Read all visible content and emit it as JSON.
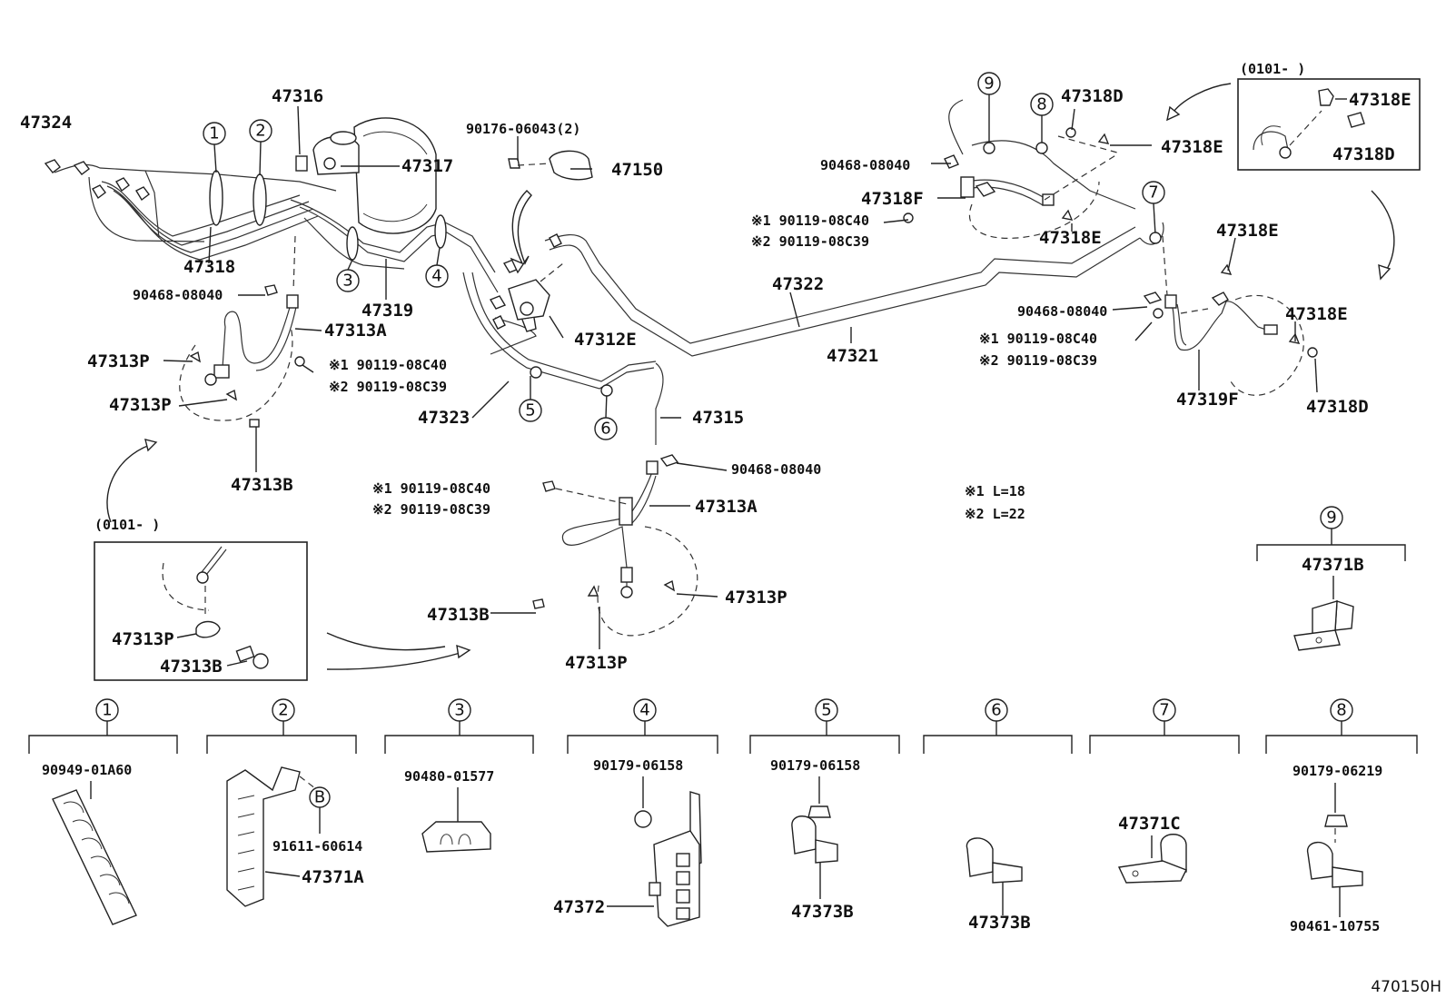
{
  "diagram_id": "470150H",
  "notes": {
    "n1": "※1  L=18",
    "n2": "※2  L=22"
  },
  "inset_date": "(0101-     )",
  "main_labels": {
    "p47324": "47324",
    "p47316": "47316",
    "p47317": "47317",
    "p47318": "47318",
    "p47319": "47319",
    "p90468_l": "90468-08040",
    "p47313A_l": "47313A",
    "p47313P_l1": "47313P",
    "p47313P_l2": "47313P",
    "p90119c40_l": "※1 90119-08C40",
    "p90119c39_l": "※2 90119-08C39",
    "p47313B_l": "47313B",
    "p90176": "90176-06043(2)",
    "p47150": "47150",
    "p47312E": "47312E",
    "p47323": "47323",
    "p47315": "47315",
    "p90468_c": "90468-08040",
    "p90119c40_c": "※1 90119-08C40",
    "p90119c39_c": "※2 90119-08C39",
    "p47313A_c": "47313A",
    "p47313B_c": "47313B",
    "p47313P_c1": "47313P",
    "p47313P_c2": "47313P",
    "p47322": "47322",
    "p47321": "47321",
    "p90468_r1": "90468-08040",
    "p47318F": "47318F",
    "p90119c40_r1": "※1 90119-08C40",
    "p90119c39_r1": "※2 90119-08C39",
    "p47318E_r1": "47318E",
    "p47318D_r1": "47318D",
    "p47318E_r2": "47318E",
    "p47318E_ins": "47318E",
    "p47318D_ins": "47318D",
    "p47318E_r3": "47318E",
    "p90468_r2": "90468-08040",
    "p90119c40_r2": "※1  90119-08C40",
    "p90119c39_r2": "※2  90119-08C39",
    "p47318E_r4": "47318E",
    "p47319F": "47319F",
    "p47318D_r2": "47318D",
    "p47313P_ins": "47313P",
    "p47313B_ins": "47313B"
  },
  "callouts": [
    "1",
    "2",
    "3",
    "4",
    "5",
    "6",
    "7",
    "8",
    "9"
  ],
  "detail_labels": {
    "d1_a": "90949-01A60",
    "d2_a": "91611-60614",
    "d2_b": "47371A",
    "d2_ref": "B",
    "d3_a": "90480-01577",
    "d4_a": "90179-06158",
    "d4_b": "47372",
    "d5_a": "90179-06158",
    "d5_b": "47373B",
    "d6_a": "47373B",
    "d7_a": "47371C",
    "d8_a": "90179-06219",
    "d8_b": "90461-10755",
    "d9_a": "47371B"
  }
}
